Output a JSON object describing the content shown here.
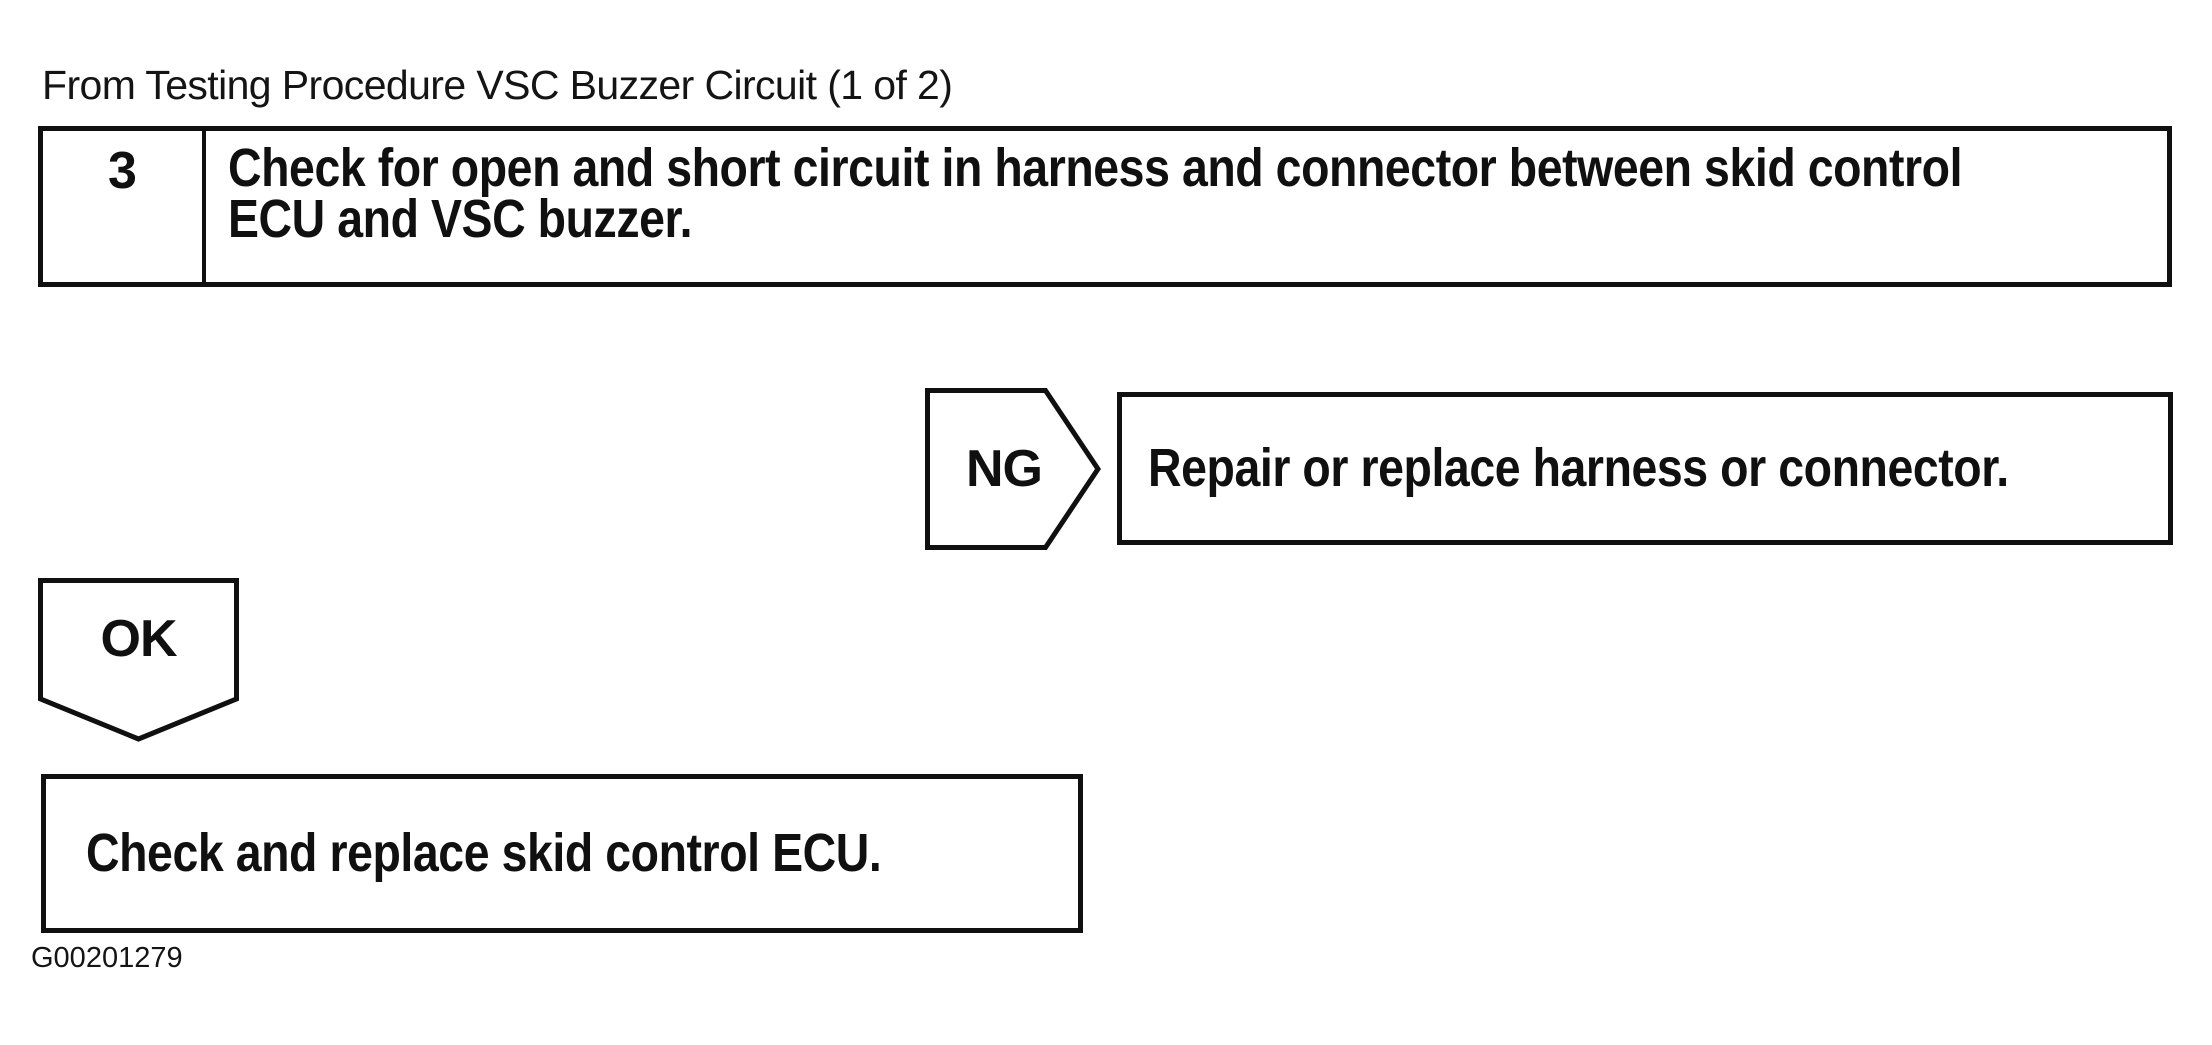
{
  "page": {
    "title": "From Testing Procedure VSC Buzzer Circuit (1 of 2)",
    "figure_id": "G00201279",
    "colors": {
      "ink": "#101010",
      "background": "#ffffff"
    }
  },
  "flowchart": {
    "step": {
      "number": "3",
      "instruction": "Check for open and short circuit in harness and connector between skid control ECU and VSC buzzer.",
      "instruction_lines": [
        "Check for open and short circuit in harness and connector between skid control",
        "ECU and VSC buzzer."
      ]
    },
    "ng": {
      "label": "NG",
      "action": "Repair or replace harness or connector."
    },
    "ok": {
      "label": "OK",
      "action": "Check and replace skid control ECU."
    }
  }
}
